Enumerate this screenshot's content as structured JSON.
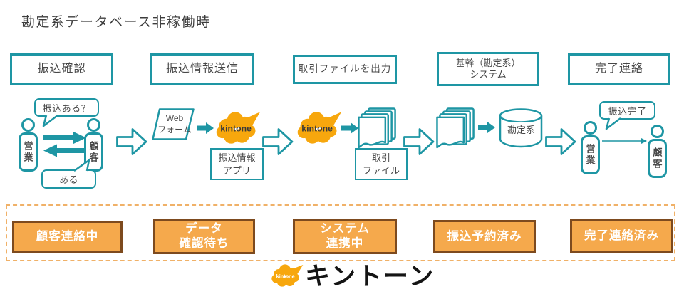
{
  "title": "勘定系データベース非稼働時",
  "colors": {
    "teal_accent": "#1E96A4",
    "status_orange_fill": "#F5A94C",
    "status_orange_border": "#7D4A1E",
    "kintone_cloud_orange": "#F7A70D",
    "dashed_border_orange": "#F0B168"
  },
  "process_boxes": [
    {
      "line1": "振込確認",
      "line2": ""
    },
    {
      "line1": "振込情報送信",
      "line2": ""
    },
    {
      "line1": "取引ファイルを出力",
      "line2": ""
    },
    {
      "line1": "基幹（勘定系）",
      "line2": "システム"
    },
    {
      "line1": "完了連絡",
      "line2": ""
    }
  ],
  "flow": {
    "bubble_ask": "振込ある？",
    "bubble_answer": "ある",
    "bubble_done": "振込完了",
    "person_sales": "営業",
    "person_customer": "顧客",
    "webform_line1": "Web",
    "webform_line2": "フォーム",
    "kintone": "kintone",
    "app_line1": "振込情報",
    "app_line2": "アプリ",
    "file_line1": "取引",
    "file_line2": "ファイル",
    "db_label": "勘定系"
  },
  "status_boxes": [
    {
      "line1": "顧客連絡中",
      "line2": ""
    },
    {
      "line1": "データ",
      "line2": "確認待ち"
    },
    {
      "line1": "システム",
      "line2": "連携中"
    },
    {
      "line1": "振込予約済み",
      "line2": ""
    },
    {
      "line1": "完了連絡済み",
      "line2": ""
    }
  ],
  "logo": {
    "cloud_text": "kintone",
    "brand": "キントーン"
  }
}
